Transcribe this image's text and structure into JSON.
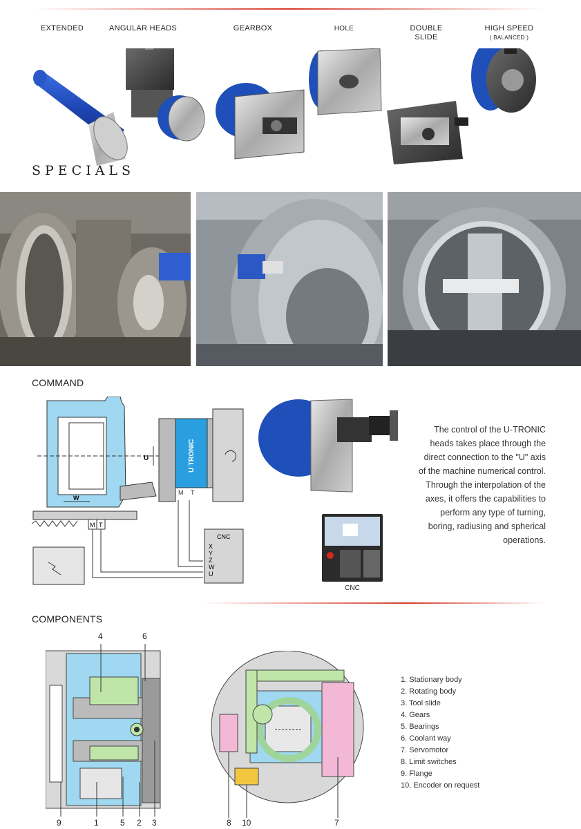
{
  "header": {
    "heads": [
      {
        "label": "EXTENDED",
        "sub": ""
      },
      {
        "label": "ANGULAR HEADS",
        "sub": ""
      },
      {
        "label": "GEARBOX",
        "sub": ""
      },
      {
        "label": "HOLE",
        "sub": ""
      },
      {
        "label": "DOUBLE\nSLIDE",
        "sub": ""
      },
      {
        "label": "HIGH SPEED",
        "sub": "( BALANCED )"
      }
    ],
    "specials": "SPECIALS"
  },
  "command": {
    "title": "COMMAND",
    "diagram": {
      "u_tronic": "U TRONIC",
      "u_label": "U",
      "w_label": "W",
      "m_label": "M",
      "t_label": "T",
      "cnc_box": "CNC",
      "axes": [
        "X",
        "Y",
        "Z",
        "W",
        "U"
      ]
    },
    "cnc_label": "CNC",
    "description": "The control of the U-TRONIC heads takes place through the direct connection to the \"U\" axis of the machine numerical control. Through the interpolation of the axes, it offers the capabilities to perform any type of turning, boring, radiusing and spherical operations."
  },
  "components": {
    "title": "COMPONENTS",
    "items": [
      {
        "n": "1.",
        "text": "Stationary body"
      },
      {
        "n": "2.",
        "text": "Rotating body"
      },
      {
        "n": "3.",
        "text": "Tool slide"
      },
      {
        "n": "4.",
        "text": "Gears"
      },
      {
        "n": "5.",
        "text": "Bearings"
      },
      {
        "n": "6.",
        "text": "Coolant way"
      },
      {
        "n": "7.",
        "text": "Servomotor"
      },
      {
        "n": "8.",
        "text": "Limit switches"
      },
      {
        "n": "9.",
        "text": "Flange"
      },
      {
        "n": "10.",
        "text": "Encoder on request"
      }
    ],
    "left_callouts": {
      "top": [
        "4",
        "6"
      ],
      "bottom": [
        "9",
        "1",
        "5",
        "2",
        "3"
      ]
    },
    "right_callouts": {
      "bottom": [
        "8",
        "10",
        "7"
      ]
    }
  },
  "colors": {
    "accent_red": "#d63828",
    "machine_blue": "#1f4fb8",
    "diagram_cyan": "#9fd8f0",
    "diagram_green": "#bfe6a8",
    "diagram_pink": "#f3b8d6",
    "diagram_yellow": "#f2c640"
  }
}
